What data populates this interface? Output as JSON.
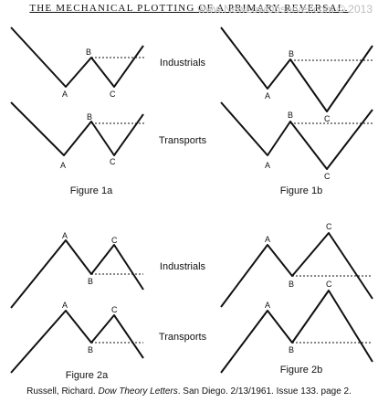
{
  "title": "THE MECHANICAL PLOTTING OF A PRIMARY REVERSAL.",
  "watermark": "www.NewLowObserver.com © 2013",
  "labels": {
    "industrials": "Industrials",
    "transports": "Transports"
  },
  "points": {
    "a": "A",
    "b": "B",
    "c": "C"
  },
  "figures": [
    "Figure 1a",
    "Figure 1b",
    "Figure 2a",
    "Figure 2b"
  ],
  "caption": {
    "author": "Russell, Richard.",
    "publication": "Dow Theory Letters",
    "details": ". San Diego. 2/13/1961. Issue 133. page 2."
  }
}
